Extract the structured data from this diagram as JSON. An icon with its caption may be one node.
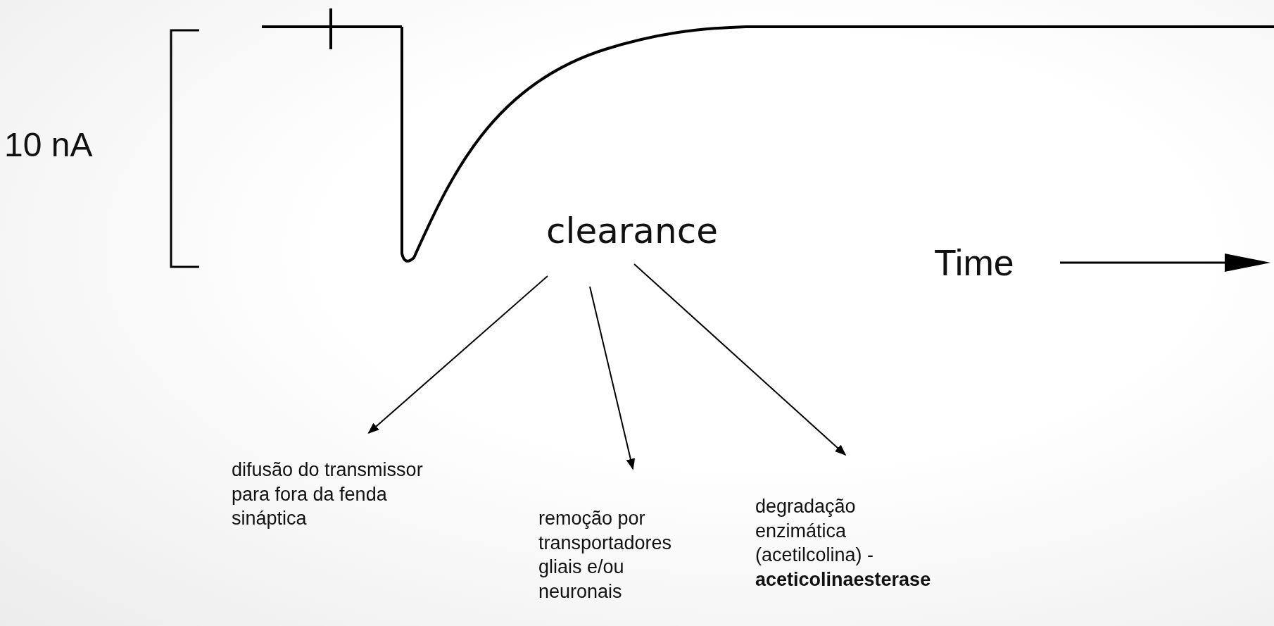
{
  "diagram": {
    "nodes": [
      {
        "text": [
          "clearance"
        ]
      },
      {
        "text": [
          "difusão do transmissor para fora da fenda sináptica"
        ]
      },
      {
        "text": [
          "remoção por transportadores gliais e/ou neuronais"
        ]
      },
      {
        "text": [
          "degradação enzimática (acetilcolina) - **aceticolinaesterase**"
        ]
      }
    ],
    "edges": [
      {
        "from": 0,
        "to": 1,
        "arrow": "to"
      },
      {
        "from": 0,
        "to": 2,
        "arrow": "to"
      },
      {
        "from": 0,
        "to": 3,
        "arrow": "to"
      }
    ],
    "labels": [
      "10 nA",
      "Time"
    ]
  }
}
